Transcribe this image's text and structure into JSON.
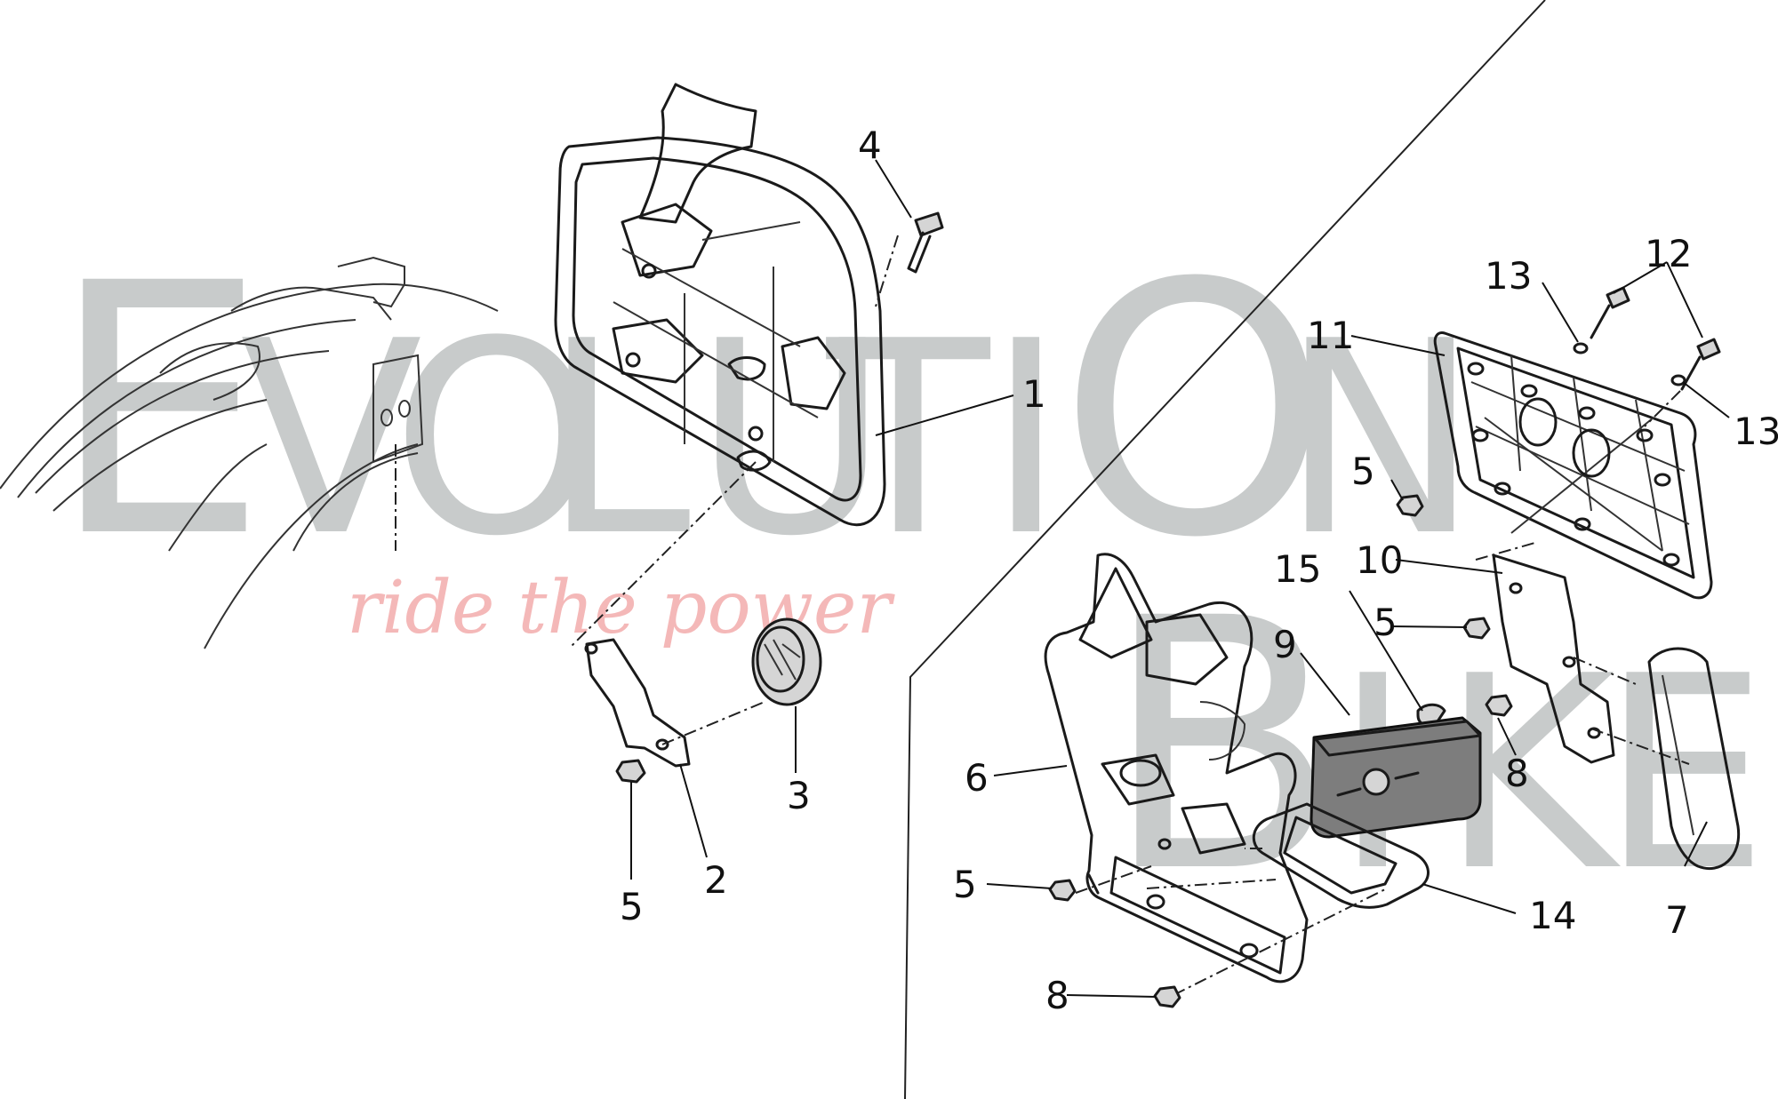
{
  "watermark": {
    "letters": [
      "E",
      "V",
      "O",
      "L",
      "U",
      "T",
      "I",
      "O",
      "N",
      "B",
      "I",
      "K",
      "E"
    ],
    "tagline": "ride the power",
    "colors": {
      "letters": "#c8cbcb",
      "tagline": "#f4b8b8"
    }
  },
  "callouts": [
    {
      "id": "c1",
      "label": "1"
    },
    {
      "id": "c2",
      "label": "2"
    },
    {
      "id": "c3",
      "label": "3"
    },
    {
      "id": "c4",
      "label": "4"
    },
    {
      "id": "c5a",
      "label": "5"
    },
    {
      "id": "c5b",
      "label": "5"
    },
    {
      "id": "c5c",
      "label": "5"
    },
    {
      "id": "c5d",
      "label": "5"
    },
    {
      "id": "c6",
      "label": "6"
    },
    {
      "id": "c7",
      "label": "7"
    },
    {
      "id": "c8a",
      "label": "8"
    },
    {
      "id": "c8b",
      "label": "8"
    },
    {
      "id": "c9",
      "label": "9"
    },
    {
      "id": "c10",
      "label": "10"
    },
    {
      "id": "c11",
      "label": "11"
    },
    {
      "id": "c12",
      "label": "12"
    },
    {
      "id": "c13a",
      "label": "13"
    },
    {
      "id": "c13b",
      "label": "13"
    },
    {
      "id": "c14",
      "label": "14"
    },
    {
      "id": "c15",
      "label": "15"
    }
  ]
}
